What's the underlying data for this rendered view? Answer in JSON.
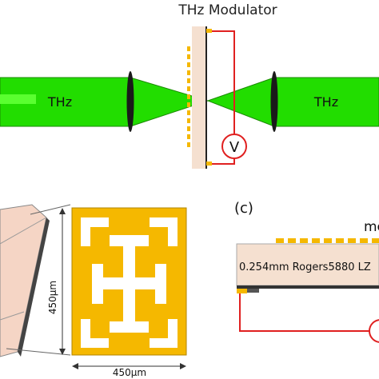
{
  "top": {
    "title": "THz Modulator",
    "beam_left_label": "THz",
    "beam_right_label": "THz",
    "meter_label": "V"
  },
  "panel_c": {
    "label": "(c)",
    "substrate_label": "0.254mm Rogers5880 LZ",
    "corner_text": "me"
  },
  "unit_cell": {
    "height_label": "450μm",
    "width_label": "450μm"
  },
  "colors": {
    "beam": "#22dd00",
    "beam_edge": "#1a8a00",
    "metal": "#f5b800",
    "wire": "#e02020",
    "substrate": "#f5e0d0",
    "lens": "#1a1a1a"
  }
}
